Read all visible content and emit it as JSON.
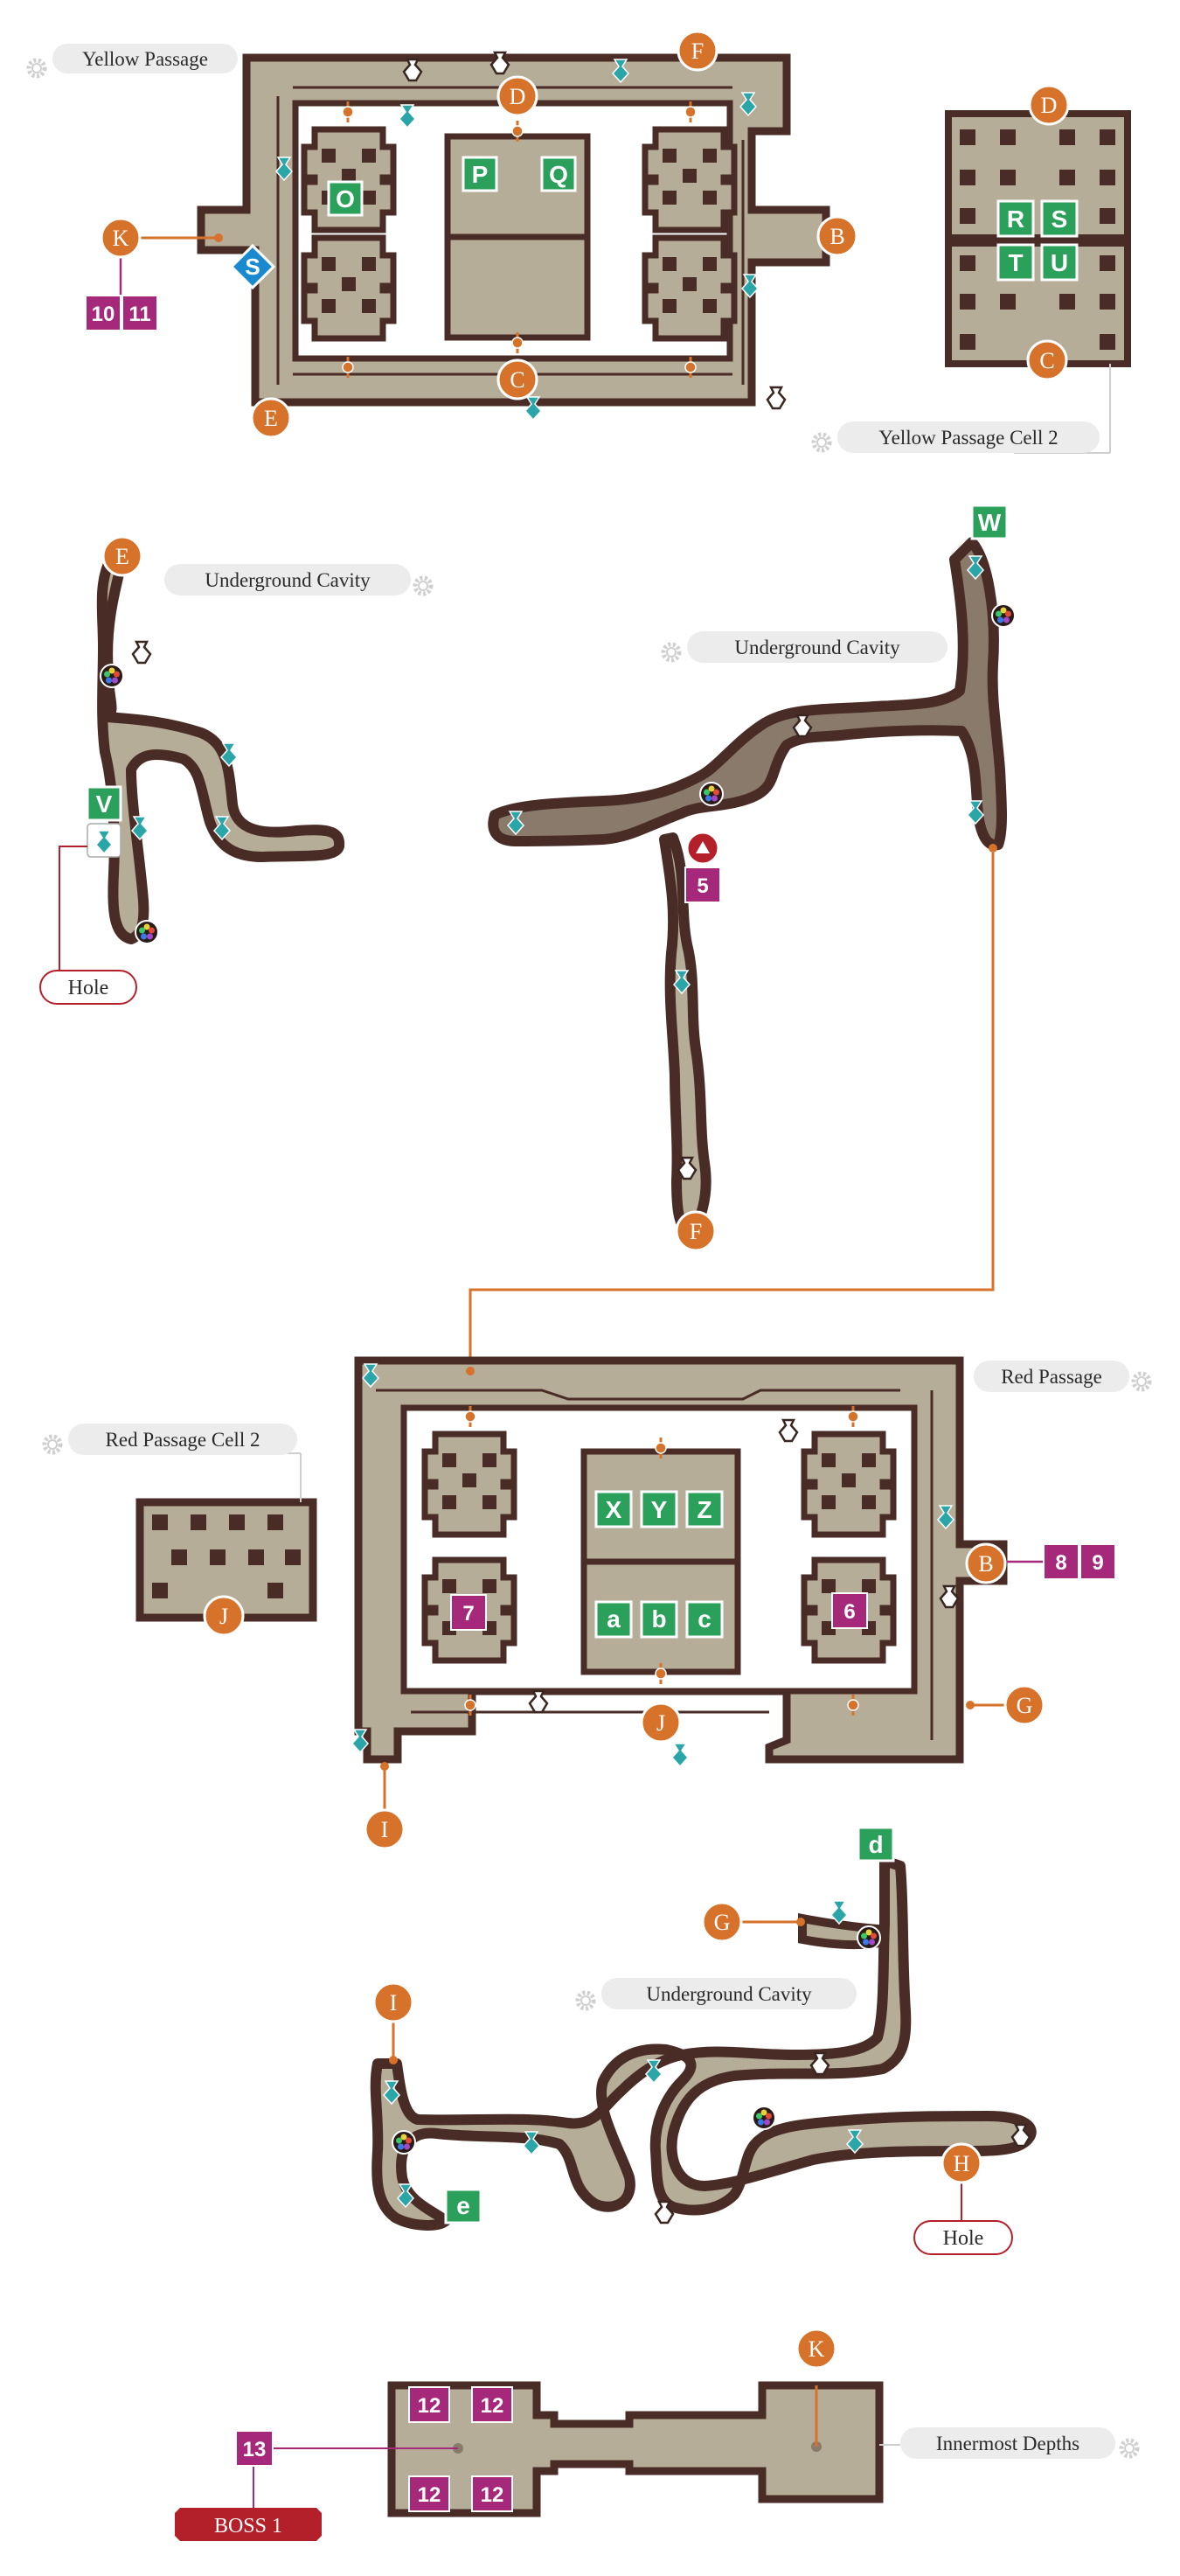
{
  "sections": {
    "yellow_passage": "Yellow Passage",
    "yellow_passage_cell_2": "Yellow Passage Cell 2",
    "underground_cavity_1": "Underground Cavity",
    "underground_cavity_2": "Underground Cavity",
    "red_passage": "Red Passage",
    "red_passage_cell_2": "Red Passage Cell 2",
    "underground_cavity_3": "Underground Cavity",
    "innermost_depths": "Innermost Depths"
  },
  "markers": {
    "yellow": {
      "k": "K",
      "f": "F",
      "d": "D",
      "b": "B",
      "c": "C",
      "e": "E",
      "save": "S"
    },
    "cell2": {
      "d": "D",
      "c": "C"
    },
    "cavity1": {
      "e": "E"
    },
    "cavity2": {
      "f": "F"
    },
    "red": {
      "b": "B",
      "g": "G",
      "j": "J",
      "i": "I"
    },
    "redcell": {
      "j": "J"
    },
    "cavity3": {
      "i": "I",
      "g": "G",
      "h": "H"
    },
    "depths": {
      "k": "K"
    }
  },
  "green_letters": {
    "yellow": [
      "P",
      "Q",
      "O"
    ],
    "cell2": [
      "R",
      "S",
      "T",
      "U"
    ],
    "cavity1": [
      "V"
    ],
    "cavity2": [
      "W"
    ],
    "red": [
      "X",
      "Y",
      "Z",
      "a",
      "b",
      "c"
    ],
    "cavity3": [
      "d",
      "e"
    ]
  },
  "purple_numbers": {
    "yellow": [
      "10",
      "11"
    ],
    "cavity2": [
      "5"
    ],
    "red_cells": [
      "7",
      "6"
    ],
    "red_b": [
      "8",
      "9"
    ],
    "depths": [
      "12",
      "12",
      "12",
      "12",
      "13"
    ]
  },
  "labels": {
    "hole_1": "Hole",
    "hole_2": "Hole",
    "boss": "BOSS 1"
  },
  "colors": {
    "floor": "#b5ad97",
    "wall": "#4a2c26",
    "marker_orange": "#d6722a",
    "green": "#2aa05a",
    "purple": "#a5287a",
    "teal": "#2aa6a8",
    "boss_red": "#b3202a",
    "save_blue": "#1a8ad0"
  }
}
